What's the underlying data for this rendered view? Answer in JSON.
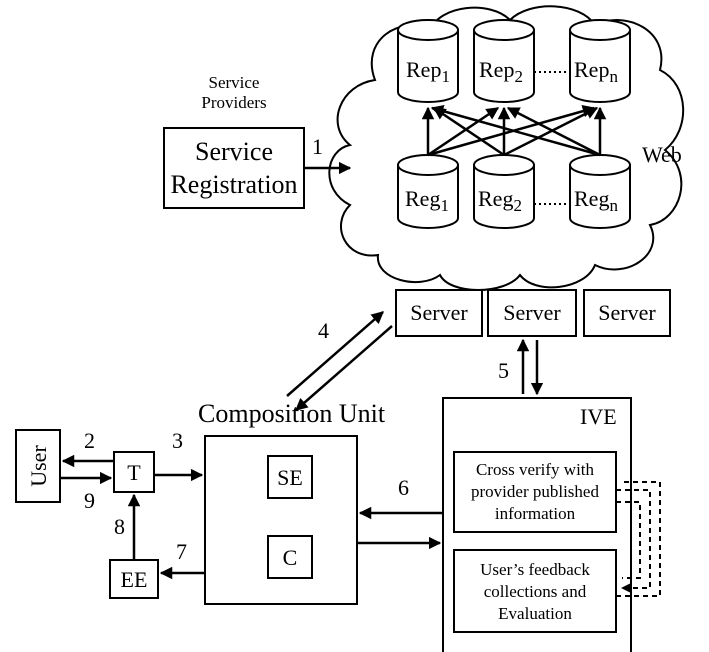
{
  "labels": {
    "service_providers": [
      "Service",
      "Providers"
    ],
    "service_registration": [
      "Service",
      "Registration"
    ],
    "web": "Web",
    "server": "Server",
    "composition_unit": "Composition Unit",
    "ive": "IVE",
    "se": "SE",
    "c": "C",
    "user": "User",
    "t": "T",
    "ee": "EE",
    "cross_verify": [
      "Cross verify with",
      "provider published",
      "information"
    ],
    "user_feedback": [
      "User’s feedback",
      "collections and",
      "Evaluation"
    ]
  },
  "repositories": [
    {
      "name": "Rep",
      "sub": "1"
    },
    {
      "name": "Rep",
      "sub": "2"
    },
    {
      "name": "Rep",
      "sub": "n"
    }
  ],
  "registries": [
    {
      "name": "Reg",
      "sub": "1"
    },
    {
      "name": "Reg",
      "sub": "2"
    },
    {
      "name": "Reg",
      "sub": "n"
    }
  ],
  "step_numbers": [
    "1",
    "2",
    "3",
    "4",
    "5",
    "6",
    "7",
    "8",
    "9"
  ]
}
